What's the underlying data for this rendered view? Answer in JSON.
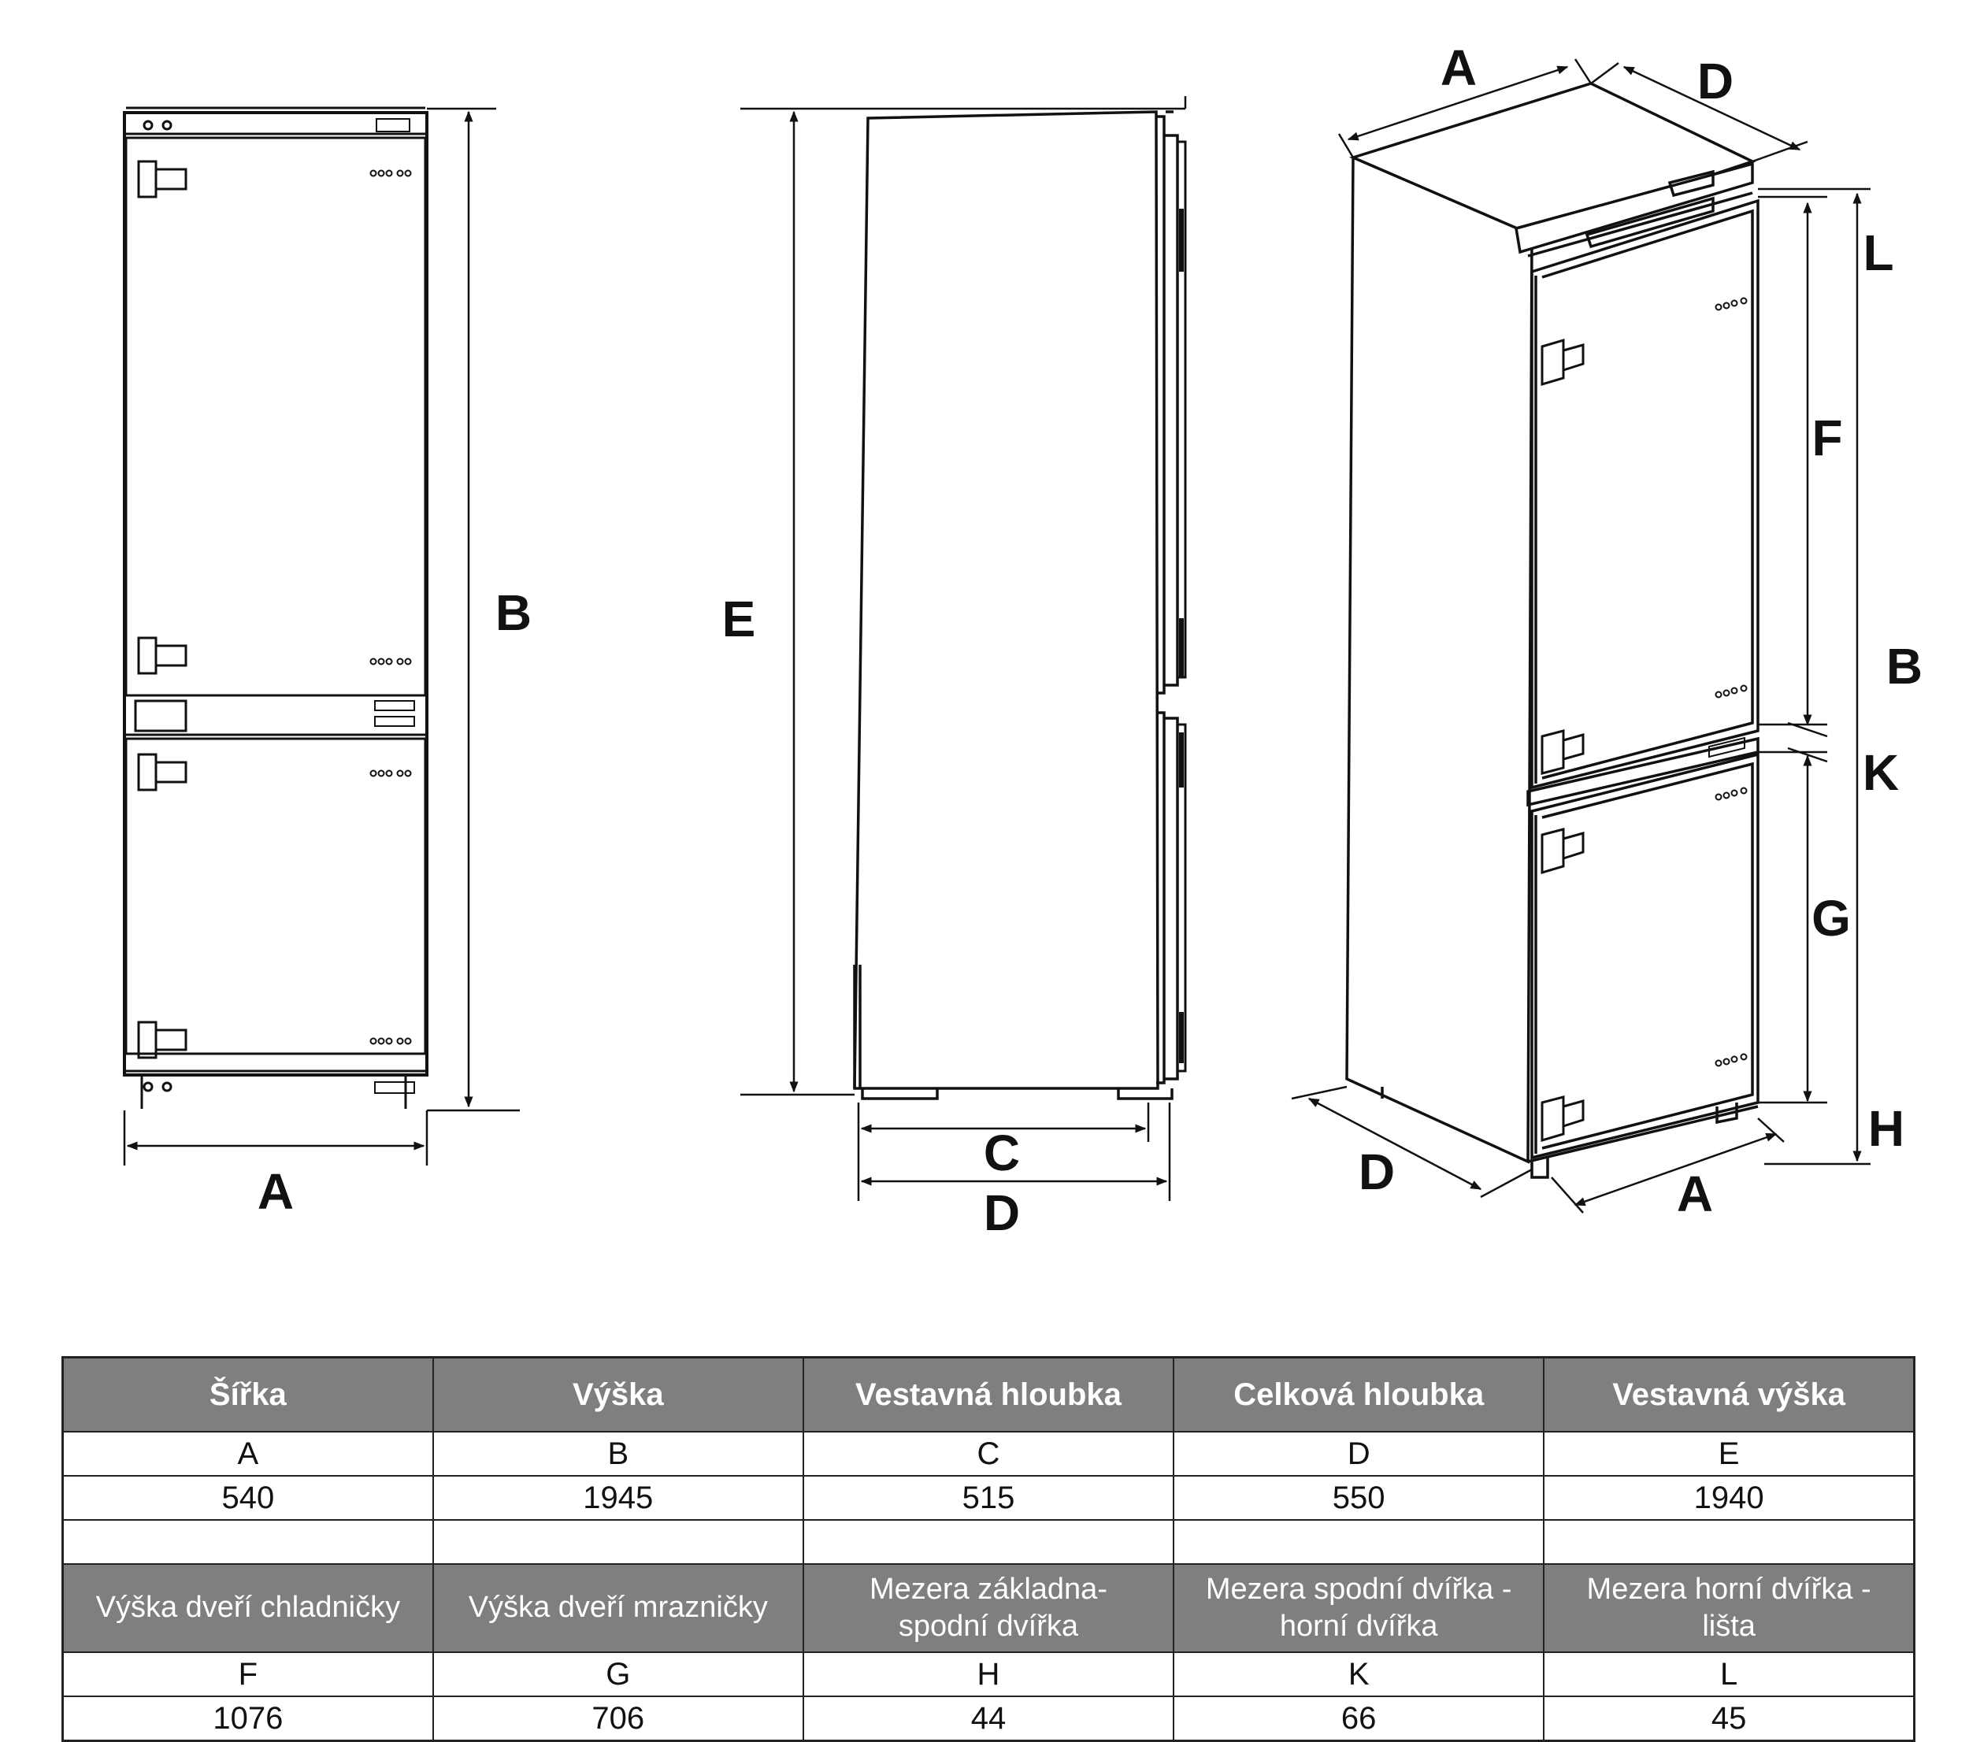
{
  "diagram": {
    "front_labels": {
      "width": "A",
      "height": "B"
    },
    "side_labels": {
      "height": "E",
      "built_in_depth": "C",
      "total_depth": "D"
    },
    "iso_labels": {
      "top_width": "A",
      "top_depth": "D",
      "gap_top": "L",
      "fridge_door": "F",
      "height": "B",
      "gap_middle": "K",
      "freezer_door": "G",
      "gap_bottom": "H",
      "bottom_depth": "D",
      "bottom_width": "A"
    }
  },
  "table": {
    "top": {
      "headers": [
        "Šířka",
        "Výška",
        "Vestavná hloubka",
        "Celková hloubka",
        "Vestavná výška"
      ],
      "letters": [
        "A",
        "B",
        "C",
        "D",
        "E"
      ],
      "values": [
        "540",
        "1945",
        "515",
        "550",
        "1940"
      ]
    },
    "bottom": {
      "headers": [
        [
          "Výška dveří chladničky"
        ],
        [
          "Výška dveří mrazničky"
        ],
        [
          "Mezera základna-",
          "spodní dvířka"
        ],
        [
          "Mezera spodní dvířka -",
          "horní dvířka"
        ],
        [
          "Mezera horní dvířka -",
          "lišta"
        ]
      ],
      "letters": [
        "F",
        "G",
        "H",
        "K",
        "L"
      ],
      "values": [
        "1076",
        "706",
        "44",
        "66",
        "45"
      ]
    }
  }
}
